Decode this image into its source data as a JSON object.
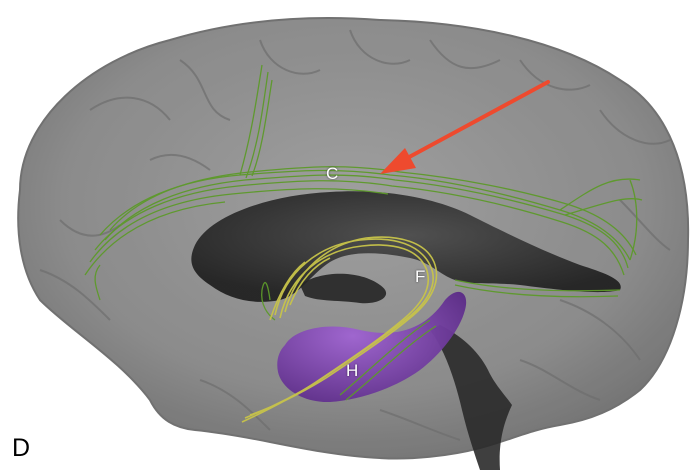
{
  "figure": {
    "panel_label": "D",
    "labels": {
      "c": "C",
      "f": "F",
      "h": "H"
    },
    "colors": {
      "brain": "#8a8a8a",
      "ventricle": "#2b2b2b",
      "cingulum": "#5d9a2a",
      "fornix": "#c8c44a",
      "hippocampus": "#7e3fb0",
      "arrow": "#ee4a2e",
      "background": "#ffffff"
    }
  }
}
